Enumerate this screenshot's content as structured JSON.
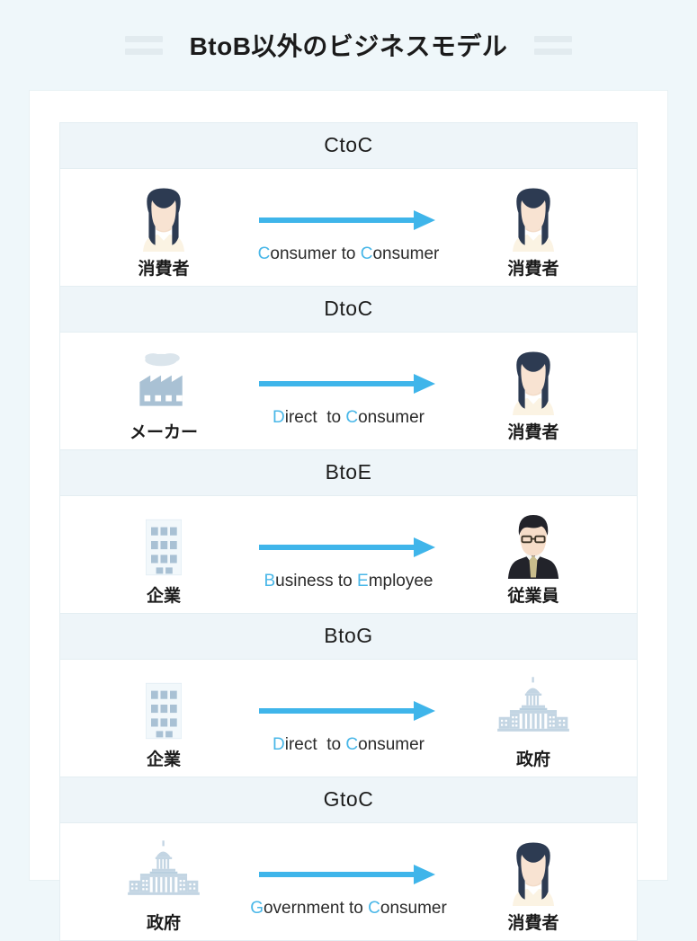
{
  "header": {
    "title": "BtoB以外のビジネスモデル",
    "decoration": "double-bar"
  },
  "colors": {
    "page_background": "#eff7fa",
    "card_background": "#ffffff",
    "row_header_background": "#eef5f9",
    "border": "#e4eef2",
    "accent_blue": "#49b7e8",
    "arrow_blue": "#3fb5ea",
    "text_dark": "#1b1b1b",
    "icon_blue_gray": "#a9c1d4",
    "icon_light": "#e3edf4",
    "hair_navy": "#2d3b52",
    "skin": "#f6e0d0",
    "shirt_cream": "#fbf3e3",
    "suit_black": "#22232a",
    "tie_khaki": "#c9bd8c"
  },
  "rows": [
    {
      "title": "CtoC",
      "source": {
        "label": "消費者",
        "icon": "woman-icon"
      },
      "target": {
        "label": "消費者",
        "icon": "woman-icon"
      },
      "flow": {
        "arrow": "arrow-right-icon",
        "parts": [
          {
            "text": "C",
            "highlight": true
          },
          {
            "text": "onsumer to ",
            "highlight": false
          },
          {
            "text": "C",
            "highlight": true
          },
          {
            "text": "onsumer",
            "highlight": false
          }
        ],
        "full_text": "Consumer to Consumer"
      }
    },
    {
      "title": "DtoC",
      "source": {
        "label": "メーカー",
        "icon": "factory-icon"
      },
      "target": {
        "label": "消費者",
        "icon": "woman-icon"
      },
      "flow": {
        "arrow": "arrow-right-icon",
        "parts": [
          {
            "text": "D",
            "highlight": true
          },
          {
            "text": "irect  to ",
            "highlight": false
          },
          {
            "text": "C",
            "highlight": true
          },
          {
            "text": "onsumer",
            "highlight": false
          }
        ],
        "full_text": "Direct  to Consumer"
      }
    },
    {
      "title": "BtoE",
      "source": {
        "label": "企業",
        "icon": "office-building-icon"
      },
      "target": {
        "label": "従業員",
        "icon": "businessman-icon"
      },
      "flow": {
        "arrow": "arrow-right-icon",
        "parts": [
          {
            "text": "B",
            "highlight": true
          },
          {
            "text": "usiness to ",
            "highlight": false
          },
          {
            "text": "E",
            "highlight": true
          },
          {
            "text": "mployee",
            "highlight": false
          }
        ],
        "full_text": "Business to Employee"
      }
    },
    {
      "title": "BtoG",
      "source": {
        "label": "企業",
        "icon": "office-building-icon"
      },
      "target": {
        "label": "政府",
        "icon": "government-building-icon"
      },
      "flow": {
        "arrow": "arrow-right-icon",
        "parts": [
          {
            "text": "D",
            "highlight": true
          },
          {
            "text": "irect  to ",
            "highlight": false
          },
          {
            "text": "C",
            "highlight": true
          },
          {
            "text": "onsumer",
            "highlight": false
          }
        ],
        "full_text": "Direct  to Consumer"
      }
    },
    {
      "title": "GtoC",
      "source": {
        "label": "政府",
        "icon": "government-building-icon"
      },
      "target": {
        "label": "消費者",
        "icon": "woman-icon"
      },
      "flow": {
        "arrow": "arrow-right-icon",
        "parts": [
          {
            "text": "G",
            "highlight": true
          },
          {
            "text": "overnment to ",
            "highlight": false
          },
          {
            "text": "C",
            "highlight": true
          },
          {
            "text": "onsumer",
            "highlight": false
          }
        ],
        "full_text": "Government to Consumer"
      }
    }
  ]
}
